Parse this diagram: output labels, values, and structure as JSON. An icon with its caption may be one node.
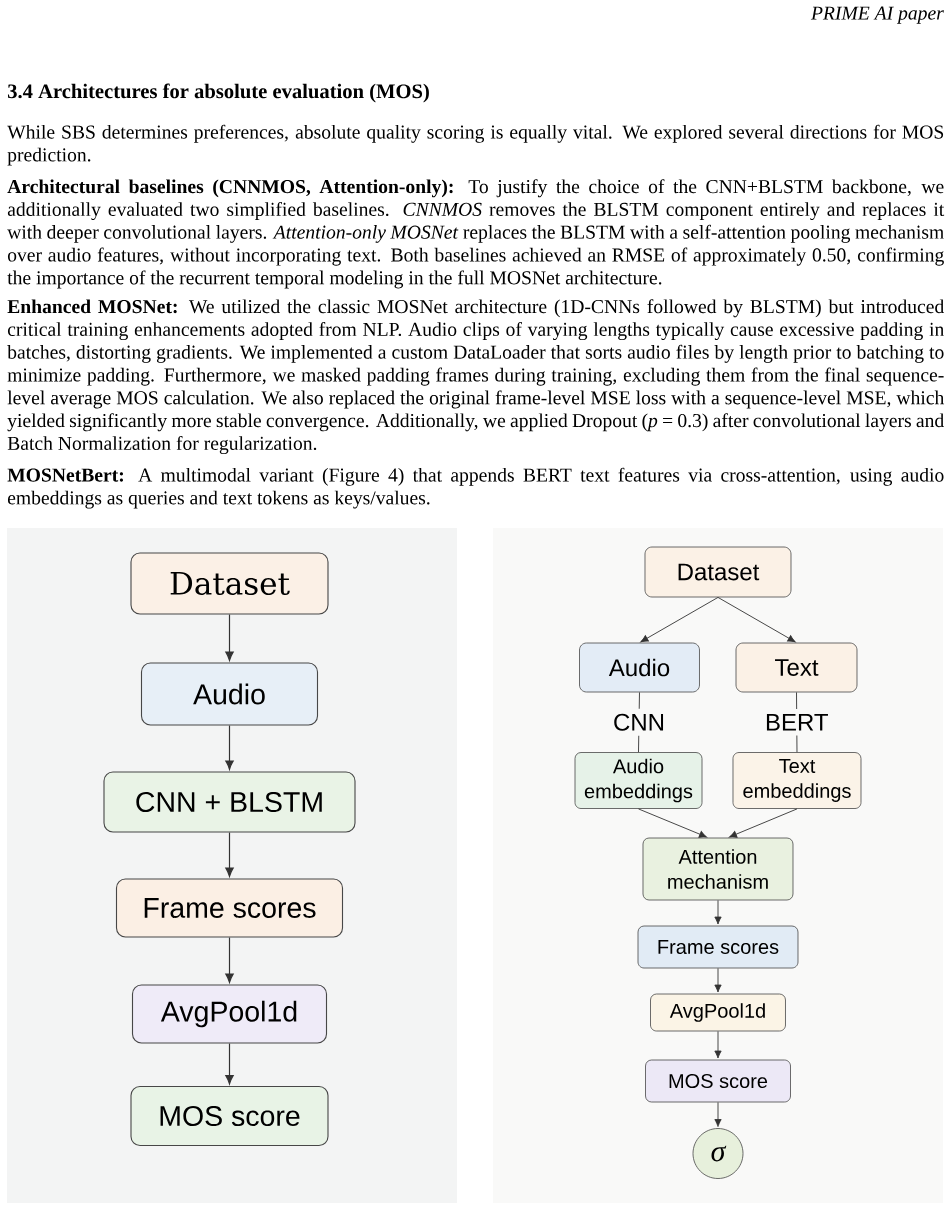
{
  "diagram": {
    "title": "3.4 Architectures for absolute evaluation (MOS)",
    "nodes": [
      {
        "text": [],
        "shape": "box"
      },
      {
        "text": [
          "Dataset"
        ],
        "in": 0
      },
      {
        "text": [
          "Audio"
        ],
        "in": 0
      },
      {
        "text": [
          "CNN + BLSTM"
        ],
        "in": 0
      },
      {
        "text": [
          "Frame scores"
        ],
        "in": 0
      },
      {
        "text": [
          "AvgPool1d"
        ],
        "in": 0
      },
      {
        "text": [
          "MOS score"
        ],
        "in": 0
      },
      {
        "text": [],
        "shape": "box"
      },
      {
        "text": [
          "Dataset"
        ],
        "in": 7
      },
      {
        "text": [
          "Audio"
        ],
        "in": 7
      },
      {
        "text": [
          "Text"
        ],
        "in": 7
      },
      {
        "text": [
          "Audio embeddings"
        ],
        "in": 7
      },
      {
        "text": [
          "Text embeddings"
        ],
        "in": 7
      },
      {
        "text": [
          "Attention mechanism"
        ],
        "in": 7
      },
      {
        "text": [
          "Frame scores"
        ],
        "in": 7
      },
      {
        "text": [
          "AvgPool1d"
        ],
        "in": 7
      },
      {
        "text": [
          "MOS score"
        ],
        "in": 7
      },
      {
        "text": [
          "σ"
        ],
        "in": 7
      }
    ],
    "edges": [
      {
        "from": 1,
        "to": 2,
        "arrow": "to"
      },
      {
        "from": 2,
        "to": 3,
        "arrow": "to"
      },
      {
        "from": 3,
        "to": 4,
        "arrow": "to"
      },
      {
        "from": 4,
        "to": 5,
        "arrow": "to"
      },
      {
        "from": 5,
        "to": 6,
        "arrow": "to"
      },
      {
        "from": 8,
        "to": 9,
        "arrow": "to"
      },
      {
        "from": 8,
        "to": 10,
        "arrow": "to"
      },
      {
        "from": 9,
        "to": 11,
        "arrow": "none",
        "label": "CNN"
      },
      {
        "from": 10,
        "to": 12,
        "arrow": "none",
        "label": "BERT"
      },
      {
        "from": 11,
        "to": 13,
        "arrow": "to"
      },
      {
        "from": 12,
        "to": 13,
        "arrow": "to"
      },
      {
        "from": 13,
        "to": 14,
        "arrow": "to"
      },
      {
        "from": 14,
        "to": 15,
        "arrow": "to"
      },
      {
        "from": 15,
        "to": 16,
        "arrow": "to"
      },
      {
        "from": 16,
        "to": 17,
        "arrow": "to"
      }
    ],
    "labels": [
      "PRIME AI paper",
      "While SBS determines preferences, absolute quality scoring is equally vital. We explored several directions for MOS prediction.",
      "**Architectural baselines (CNNMOS, Attention-only):** To justify the choice of the CNN+BLSTM backbone, we additionally evaluated two simplified baselines. *CNNMOS* removes the BLSTM component entirely and replaces it with deeper convolutional layers. *Attention-only MOSNet* replaces the BLSTM with a self-attention pooling mechanism over audio features, without incorporating text. Both baselines achieved an RMSE of approximately 0.50, confirming the importance of the recurrent temporal modeling in the full MOSNet architecture.",
      "**Enhanced MOSNet:** We utilized the classic MOSNet architecture (1D-CNNs followed by BLSTM) but introduced critical training enhancements adopted from NLP. Audio clips of varying lengths typically cause excessive padding in batches, distorting gradients. We implemented a custom DataLoader that sorts audio files by length prior to batching to minimize padding. Furthermore, we masked padding frames during training, excluding them from the final sequence-level average MOS calculation. We also replaced the original frame-level MSE loss with a sequence-level MSE, which yielded significantly more stable convergence. Additionally, we applied Dropout (*p* = 0.3) after convolutional layers and Batch Normalization for regularization.",
      "**MOSNetBert:** A multimodal variant (Figure 4) that appends BERT text features via cross-attention, using audio embeddings as queries and text tokens as keys/values."
    ]
  }
}
